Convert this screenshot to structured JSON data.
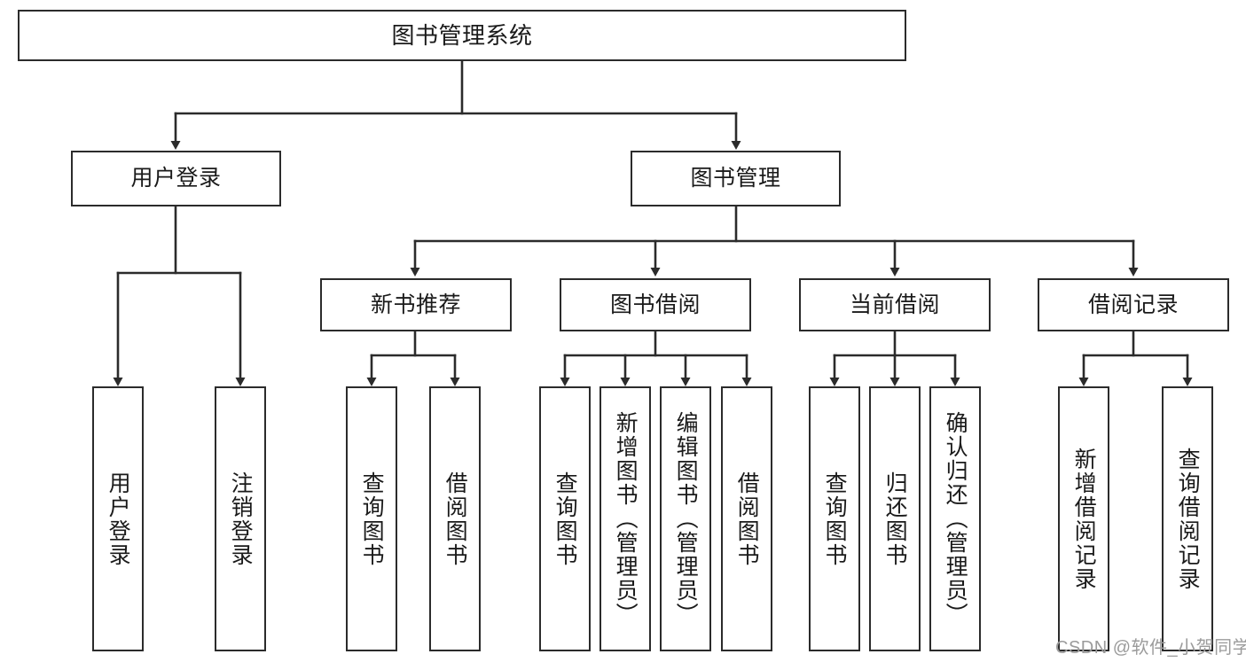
{
  "diagram": {
    "title": "图书管理系统",
    "type": "tree",
    "orientation": "top-down",
    "line_color": "#2b2b2b",
    "box_fill": "#ffffff",
    "text_color": "#1a1a1a",
    "watermark": "CSDN @软件_小贺同学"
  },
  "nodes": {
    "root": {
      "label": "图书管理系统"
    },
    "level2": [
      {
        "label": "用户登录"
      },
      {
        "label": "图书管理"
      }
    ],
    "level3": [
      {
        "label": "新书推荐"
      },
      {
        "label": "图书借阅"
      },
      {
        "label": "当前借阅"
      },
      {
        "label": "借阅记录"
      }
    ],
    "leaves": {
      "user_login": [
        {
          "label": "用户登录"
        },
        {
          "label": "注销登录"
        }
      ],
      "new_book": [
        {
          "label": "查询图书"
        },
        {
          "label": "借阅图书"
        }
      ],
      "book_borrow": [
        {
          "label": "查询图书"
        },
        {
          "label": "新增图书（管理员）"
        },
        {
          "label": "编辑图书（管理员）"
        },
        {
          "label": "借阅图书"
        }
      ],
      "current_borrow": [
        {
          "label": "查询图书"
        },
        {
          "label": "归还图书"
        },
        {
          "label": "确认归还（管理员）"
        }
      ],
      "borrow_record": [
        {
          "label": "新增借阅记录"
        },
        {
          "label": "查询借阅记录"
        }
      ]
    }
  }
}
